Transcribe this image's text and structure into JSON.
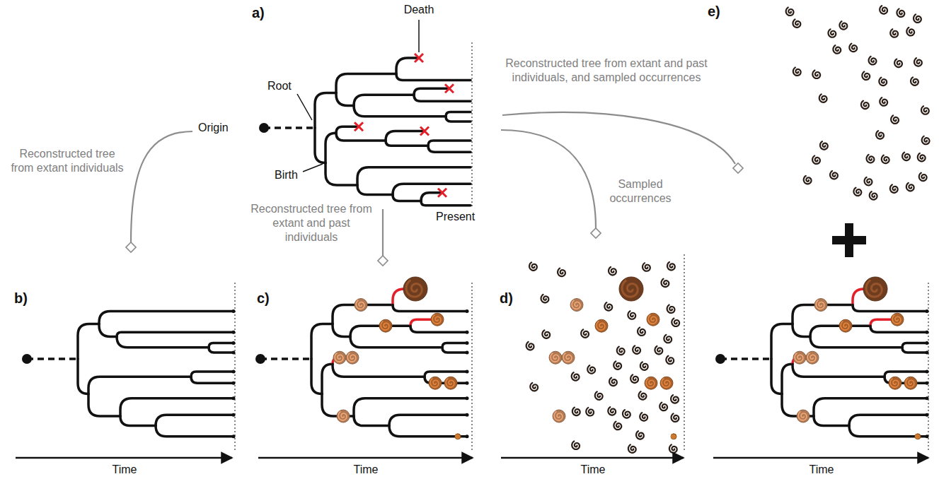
{
  "diagram": {
    "labels": [
      "a)",
      "Death",
      "Root",
      "Origin",
      "Birth",
      "Present",
      "Reconstructed tree from extant individuals",
      "Reconstructed tree from extant and past individuals",
      "Sampled occurrences",
      "Reconstructed tree from extant and past individuals, and sampled occurrences",
      "b)",
      "c)",
      "d)",
      "e)",
      "Time",
      "Time",
      "Time",
      "Time"
    ]
  }
}
